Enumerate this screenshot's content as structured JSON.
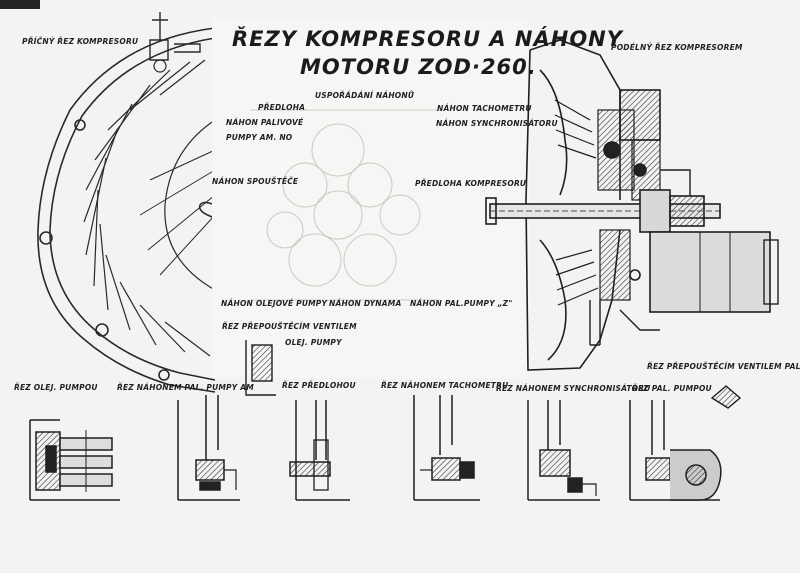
{
  "title": {
    "line1": "ŘEZY KOMPRESORU A NÁHONY",
    "line2": "MOTORU ZOD·260."
  },
  "labels": {
    "pricny_rez": "PŘÍČNÝ ŘEZ KOMPRESORU",
    "podelny_rez": "PODÉLNÝ ŘEZ KOMPRESOREM",
    "usporadani": "USPOŘÁDÁNÍ NÁHONŮ",
    "predloha": "PŘEDLOHA",
    "nahon_palivove": "NÁHON PALIVOVÉ",
    "pumpy_amno": "PUMPY AM. NO",
    "nahon_tachometru": "NÁHON TACHOMETRU",
    "nahon_synchronisatoru": "NÁHON SYNCHRONISÁTORU",
    "nahon_spoustece": "NÁHON SPOUŠTĚČE",
    "predloha_kompresoru": "PŘEDLOHA KOMPRESORU",
    "nahon_olejove": "NÁHON OLEJOVÉ PUMPY",
    "nahon_dynama": "NÁHON DYNAMA",
    "nahon_pal_pumpy": "NÁHON PAL.PUMPY „Z\"",
    "rez_prepoustecim": "ŘEZ PŘEPOUŠTĚCÍM VENTILEM",
    "olej_pumpy": "OLEJ. PUMPY",
    "rez_prepoustecim_pal": "ŘEZ PŘEPOUŠTĚCÍM VENTILEM PAL. PUMPY",
    "rez_olej_pumpou": "ŘEZ OLEJ. PUMPOU",
    "rez_nahonem_pal": "ŘEZ NÁHONEM PAL. PUMPY AM",
    "rez_predlohou": "ŘEZ PŘEDLOHOU",
    "rez_nahonem_tacho": "ŘEZ NÁHONEM TACHOMETRU",
    "rez_nahonem_synchro": "ŘEZ NÁHONEM SYNCHRONISÁTORU",
    "rez_pal_pumpou": "ŘEZ PAL. PUMPOU"
  }
}
